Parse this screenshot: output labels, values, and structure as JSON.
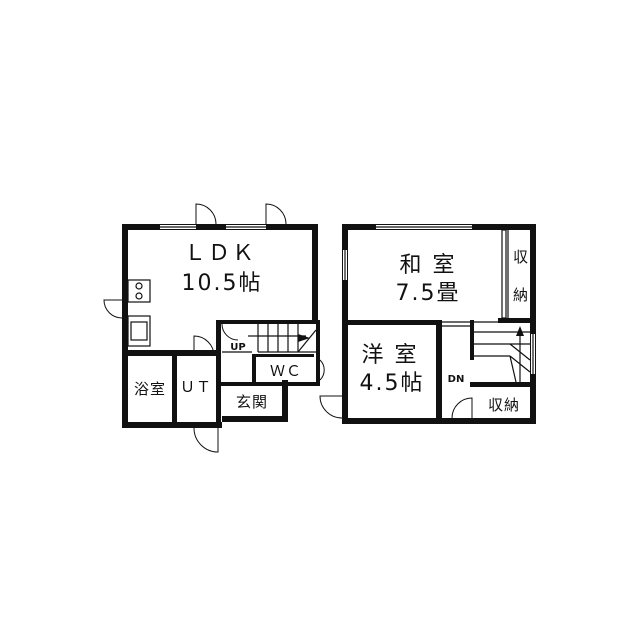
{
  "rooms": {
    "ldk_name": "ＬＤＫ",
    "ldk_size": "10.5帖",
    "washitsu_name": "和 室",
    "washitsu_size": "7.5畳",
    "youshitsu_name": "洋 室",
    "youshitsu_size": "4.5帖",
    "shuno_top_1": "収",
    "shuno_top_2": "納",
    "shuno_bottom": "収納",
    "bath": "浴室",
    "utility": "ＵＴ",
    "toilet": "ＷＣ",
    "entrance": "玄関"
  },
  "stairs": {
    "up": "UP",
    "down": "DN"
  },
  "colors": {
    "wall": "#111111",
    "background": "#ffffff"
  }
}
